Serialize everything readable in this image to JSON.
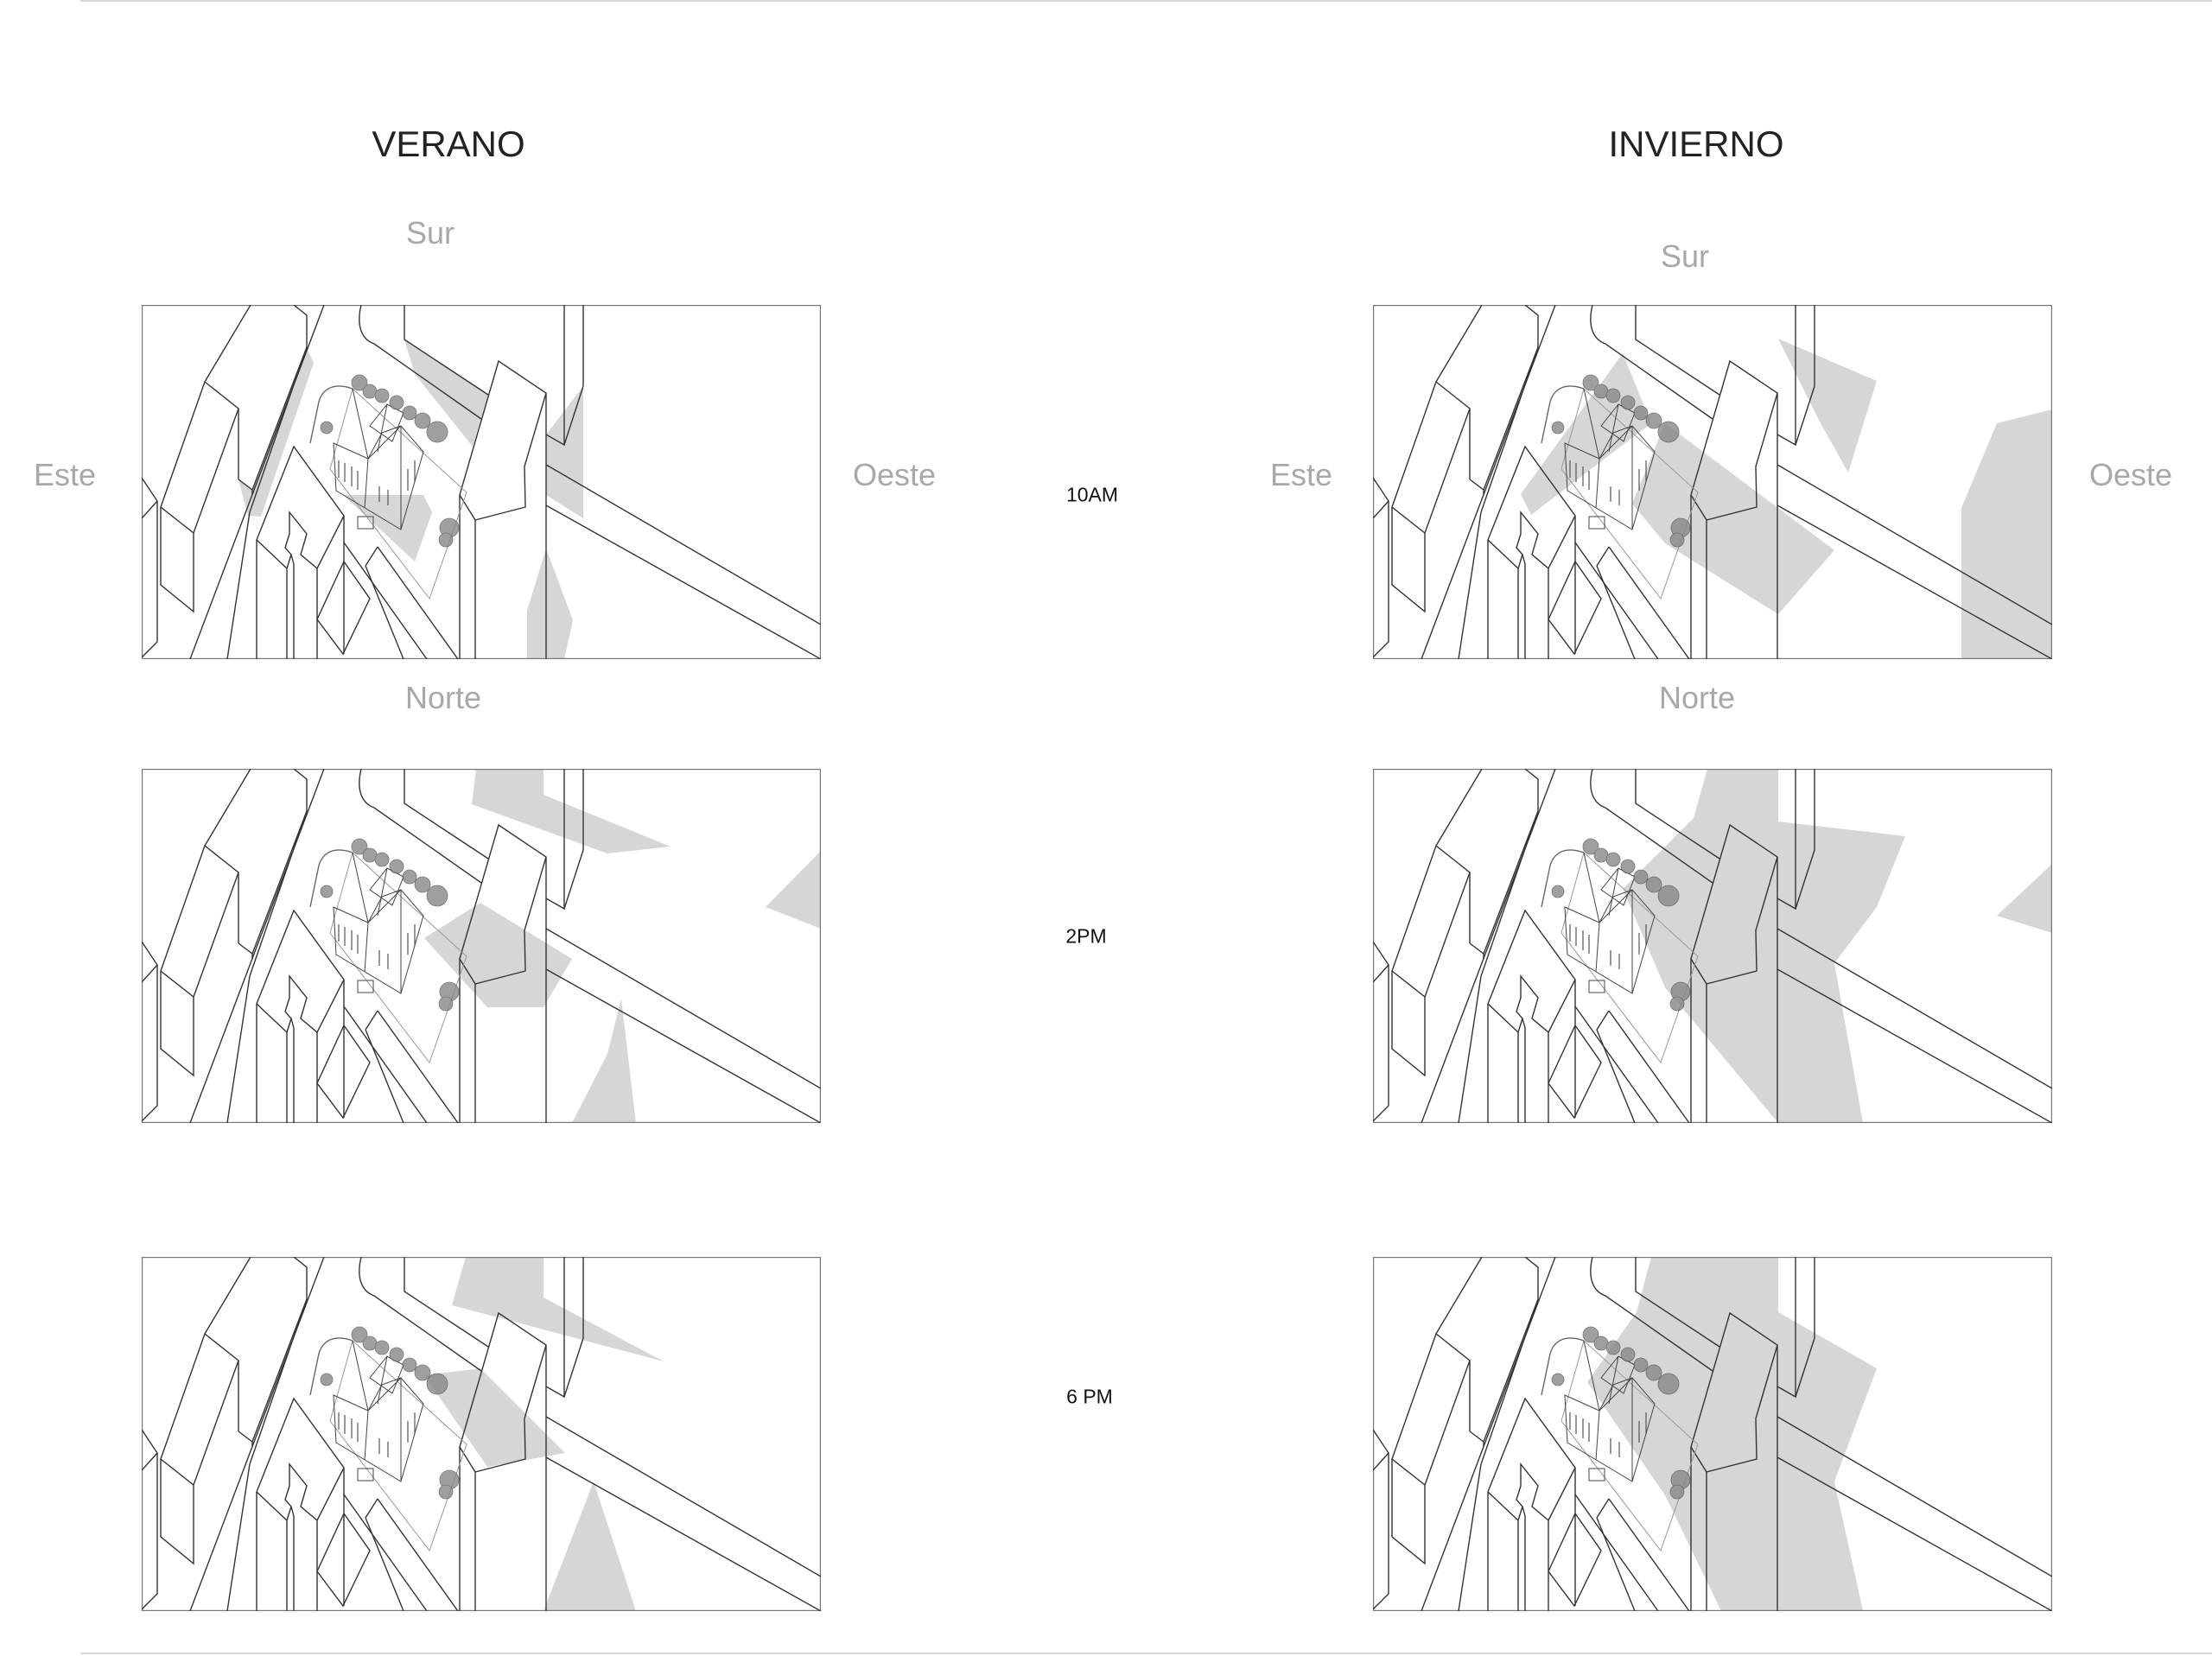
{
  "columns": {
    "summer": {
      "title": "VERANO",
      "south": "Sur",
      "north": "Norte",
      "east": "Este",
      "west": "Oeste"
    },
    "winter": {
      "title": "INVIERNO",
      "south": "Sur",
      "north": "Norte",
      "east": "Este",
      "west": "Oeste"
    }
  },
  "times": [
    "10AM",
    "2PM",
    "6 PM"
  ],
  "colors": {
    "shadow": "#d6d6d6",
    "line": "#333333",
    "label_gray": "#a8a8a8"
  }
}
